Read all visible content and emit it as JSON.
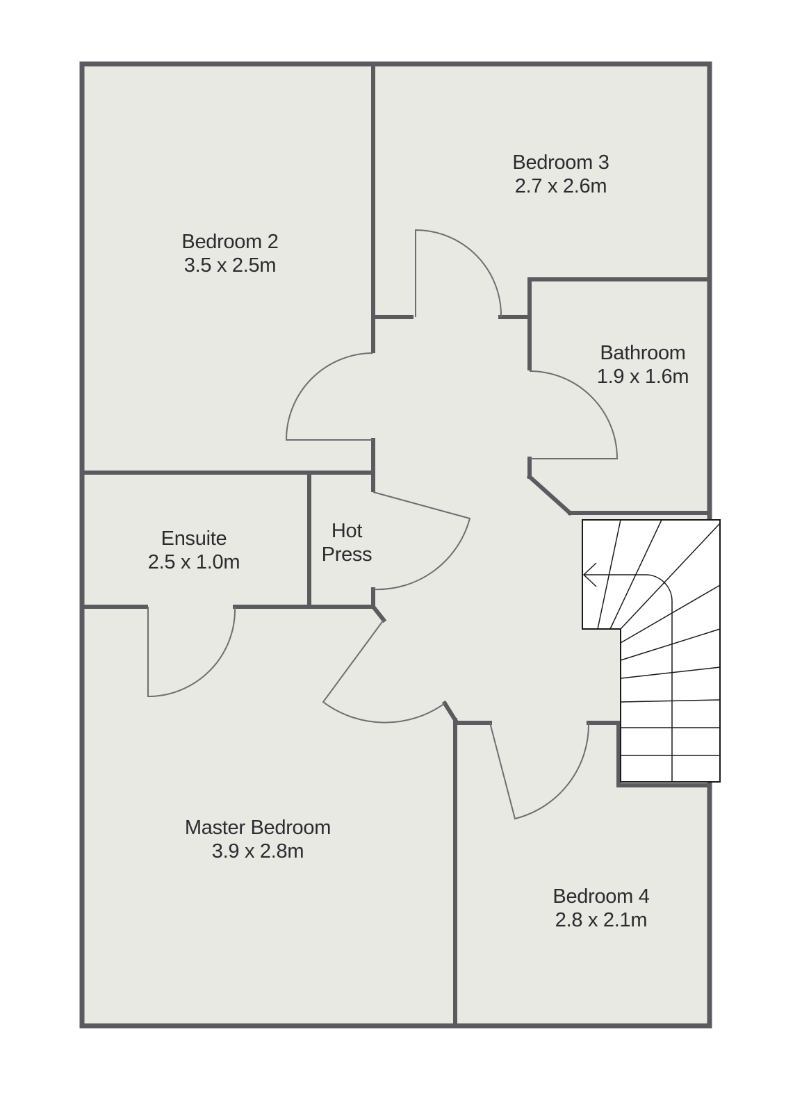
{
  "floorplan": {
    "colors": {
      "floor": "#e9e9e3",
      "wall": "#5a5a5f",
      "door": "#6e6e72",
      "stair": "#1a1a1a",
      "text": "#2b2b30",
      "background": "#ffffff"
    },
    "rooms": {
      "bedroom2": {
        "name": "Bedroom 2",
        "size": "3.5 x 2.5m"
      },
      "bedroom3": {
        "name": "Bedroom 3",
        "size": "2.7 x 2.6m"
      },
      "bathroom": {
        "name": "Bathroom",
        "size": "1.9 x 1.6m"
      },
      "ensuite": {
        "name": "Ensuite",
        "size": "2.5 x 1.0m"
      },
      "hotpress": {
        "name": "Hot",
        "size": "Press"
      },
      "master": {
        "name": "Master Bedroom",
        "size": "3.9 x 2.8m"
      },
      "bedroom4": {
        "name": "Bedroom 4",
        "size": "2.8 x 2.1m"
      }
    }
  }
}
